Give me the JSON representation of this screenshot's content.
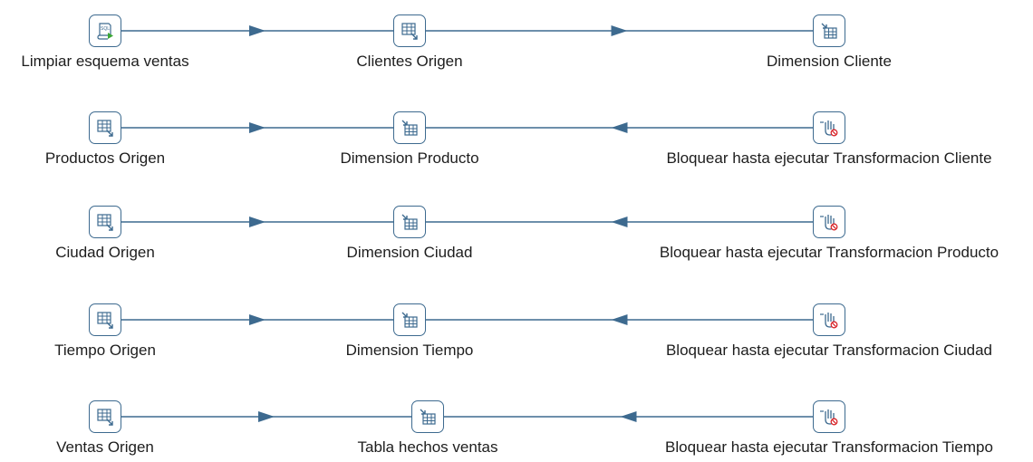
{
  "steps": [
    {
      "label": "Limpiar esquema ventas",
      "icon": "sql-script-icon"
    },
    {
      "label": "Clientes Origen",
      "icon": "table-input-icon"
    },
    {
      "label": "Dimension Cliente",
      "icon": "table-output-icon"
    },
    {
      "label": "Productos Origen",
      "icon": "table-input-icon"
    },
    {
      "label": "Dimension Producto",
      "icon": "table-output-icon"
    },
    {
      "label": "Bloquear hasta ejecutar Transformacion Cliente",
      "icon": "block-until-done-icon"
    },
    {
      "label": "Ciudad Origen",
      "icon": "table-input-icon"
    },
    {
      "label": "Dimension Ciudad",
      "icon": "table-output-icon"
    },
    {
      "label": "Bloquear hasta ejecutar Transformacion Producto",
      "icon": "block-until-done-icon"
    },
    {
      "label": "Tiempo Origen",
      "icon": "table-input-icon"
    },
    {
      "label": "Dimension Tiempo",
      "icon": "table-output-icon"
    },
    {
      "label": "Bloquear hasta ejecutar Transformacion Ciudad",
      "icon": "block-until-done-icon"
    },
    {
      "label": "Ventas Origen",
      "icon": "table-input-icon"
    },
    {
      "label": "Tabla hechos ventas",
      "icon": "table-output-icon"
    },
    {
      "label": "Bloquear hasta ejecutar Transformacion Tiempo",
      "icon": "block-until-done-icon"
    }
  ],
  "colors": {
    "hop": "#3d6a8f",
    "icon_border": "#3d6a8f",
    "sql_green": "#3aa635",
    "block_red": "#d9252a"
  }
}
